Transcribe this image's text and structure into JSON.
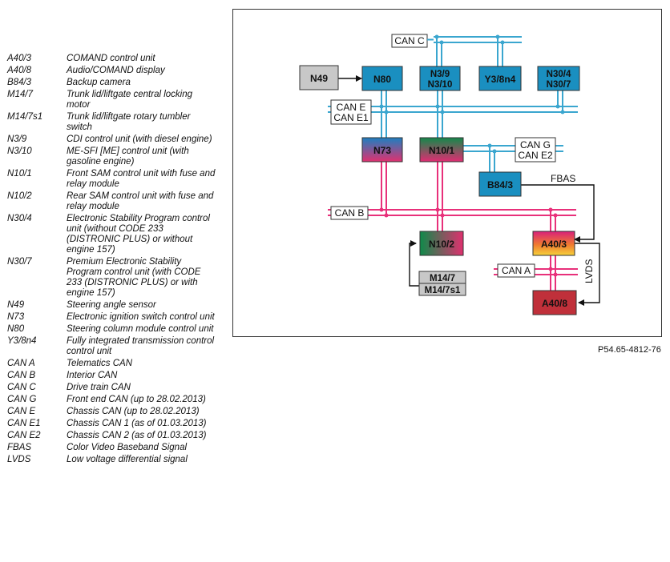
{
  "legend": [
    {
      "code": "A40/3",
      "desc": "COMAND control unit"
    },
    {
      "code": "A40/8",
      "desc": "Audio/COMAND display"
    },
    {
      "code": "B84/3",
      "desc": "Backup camera"
    },
    {
      "code": "M14/7",
      "desc": "Trunk lid/liftgate central locking motor"
    },
    {
      "code": "M14/7s1",
      "desc": "Trunk lid/liftgate rotary tumbler switch"
    },
    {
      "code": "N3/9",
      "desc": "CDI control unit (with diesel engine)"
    },
    {
      "code": "N3/10",
      "desc": "ME-SFI [ME] control unit (with gasoline engine)"
    },
    {
      "code": "N10/1",
      "desc": "Front SAM control unit with fuse and relay module"
    },
    {
      "code": "N10/2",
      "desc": "Rear SAM control unit with fuse and relay module"
    },
    {
      "code": "N30/4",
      "desc": "Electronic Stability Program control unit (without CODE 233 (DISTRONIC PLUS) or without engine 157)"
    },
    {
      "code": "N30/7",
      "desc": "Premium Electronic Stability Program control unit (with CODE 233 (DISTRONIC PLUS) or with engine 157)"
    },
    {
      "code": "N49",
      "desc": "Steering angle sensor"
    },
    {
      "code": "N73",
      "desc": "Electronic ignition switch control unit"
    },
    {
      "code": "N80",
      "desc": "Steering column module control unit"
    },
    {
      "code": "Y3/8n4",
      "desc": "Fully integrated transmission control control unit"
    },
    {
      "code": "CAN A",
      "desc": "Telematics CAN"
    },
    {
      "code": "CAN B",
      "desc": "Interior CAN"
    },
    {
      "code": "CAN C",
      "desc": "Drive train CAN"
    },
    {
      "code": "CAN G",
      "desc": "Front end CAN (up to 28.02.2013)"
    },
    {
      "code": "CAN E",
      "desc": "Chassis CAN (up to 28.02.2013)"
    },
    {
      "code": "CAN E1",
      "desc": "Chassis CAN 1 (as of 01.03.2013)"
    },
    {
      "code": "CAN E2",
      "desc": "Chassis CAN 2 (as of 01.03.2013)"
    },
    {
      "code": "FBAS",
      "desc": "Color Video Baseband Signal"
    },
    {
      "code": "LVDS",
      "desc": "Low voltage differential signal"
    }
  ],
  "diagram": {
    "units": {
      "n49": "N49",
      "n80": "N80",
      "n3_9": "N3/9",
      "n3_10": "N3/10",
      "y3_8n4": "Y3/8n4",
      "n30_4": "N30/4",
      "n30_7": "N30/7",
      "n73": "N73",
      "n10_1": "N10/1",
      "b84_3": "B84/3",
      "n10_2": "N10/2",
      "a40_3": "A40/3",
      "m14_7": "M14/7",
      "m14_7s1": "M14/7s1",
      "a40_8": "A40/8"
    },
    "bus_labels": {
      "can_c": "CAN C",
      "can_e": "CAN E",
      "can_e1": "CAN E1",
      "can_g": "CAN G",
      "can_e2": "CAN E2",
      "can_b": "CAN B",
      "can_a": "CAN A"
    },
    "signal_labels": {
      "fbas": "FBAS",
      "lvds": "LVDS"
    },
    "colors": {
      "can_c_e_g": "#3aa6cf",
      "can_b_a": "#e8307a",
      "unit_blue": "#1a8fc0",
      "unit_green": "#0e8a4a",
      "unit_gray": "#c8c8c8",
      "a40_8": "#c0303a"
    }
  },
  "figure_ref": "P54.65-4812-76"
}
